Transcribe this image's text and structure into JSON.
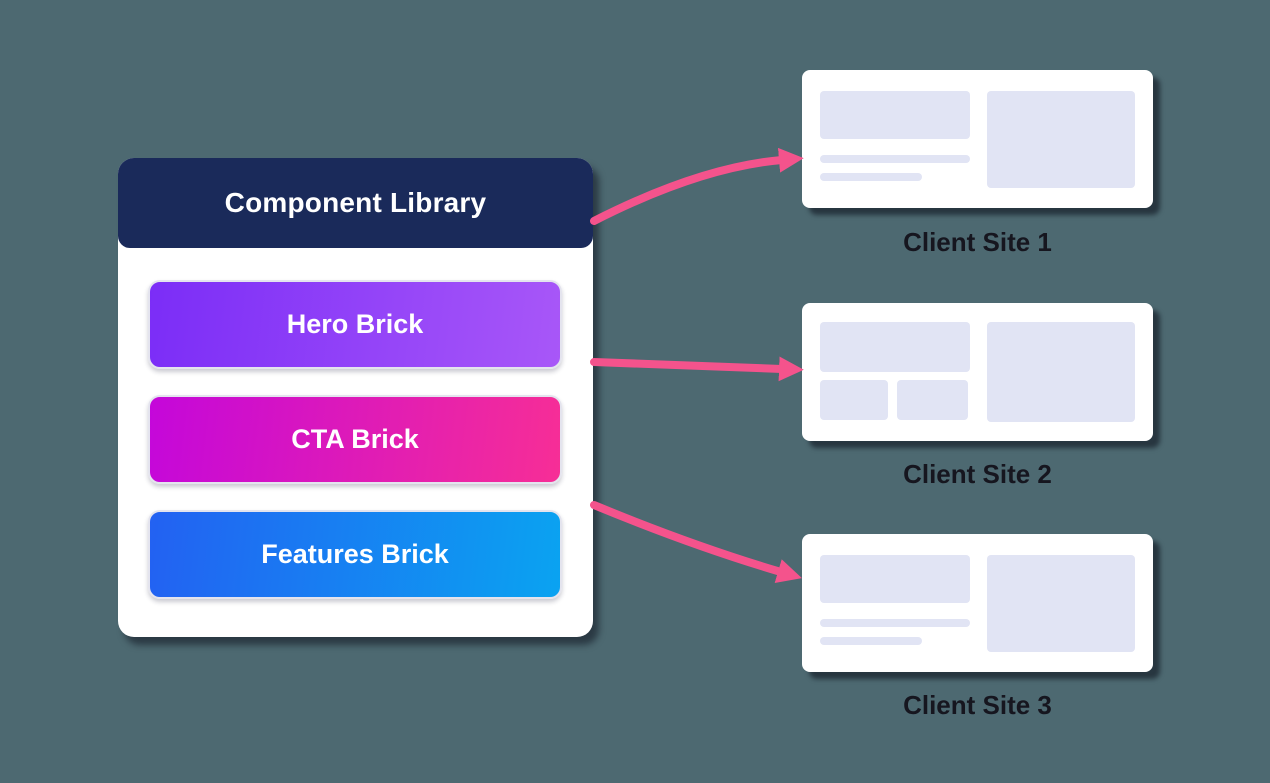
{
  "library": {
    "title": "Component Library",
    "header_color": "#1a2a5a",
    "bricks": [
      {
        "label": "Hero Brick",
        "gradient_start": "#7b2df7",
        "gradient_end": "#a857f8"
      },
      {
        "label": "CTA Brick",
        "gradient_start": "#c407da",
        "gradient_end": "#f72e96"
      },
      {
        "label": "Features Brick",
        "gradient_start": "#2361f2",
        "gradient_end": "#0aa3f1"
      }
    ]
  },
  "clients": [
    {
      "label": "Client Site 1"
    },
    {
      "label": "Client Site 2"
    },
    {
      "label": "Client Site 3"
    }
  ],
  "colors": {
    "background": "#4d6971",
    "arrow": "#f4538c",
    "wireframe_block": "#e1e4f4",
    "client_label_text": "#16161f",
    "panel": "#ffffff"
  }
}
